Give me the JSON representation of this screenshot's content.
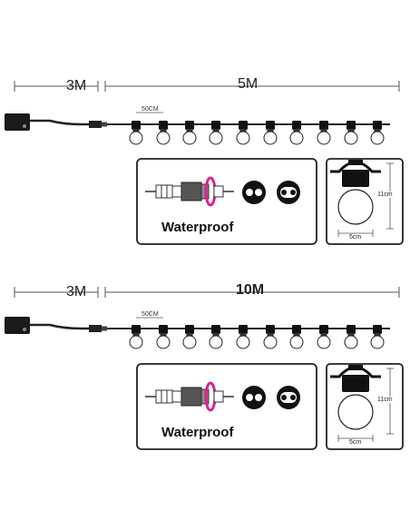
{
  "diagrams": [
    {
      "lead_length": "3M",
      "string_length": "5M",
      "bulb_spacing": "50CM",
      "waterproof_label": "Waterproof",
      "bulb_height": "11cm",
      "bulb_width": "5cm",
      "string_length_bold": false
    },
    {
      "lead_length": "3M",
      "string_length": "10M",
      "bulb_spacing": "50CM",
      "waterproof_label": "Waterproof",
      "bulb_height": "11cm",
      "bulb_width": "5cm",
      "string_length_bold": true
    }
  ],
  "colors": {
    "line": "#333333",
    "box_border": "#222222",
    "accent_ring": "#e0208c",
    "bulb_glass": "#ffffff",
    "bulb_fitting": "#111111"
  }
}
